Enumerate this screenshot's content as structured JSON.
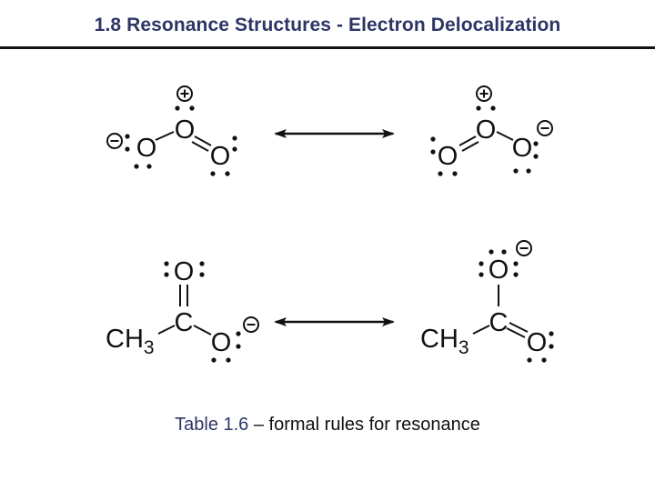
{
  "slide": {
    "title": "1.8 Resonance Structures - Electron Delocalization",
    "caption_ref": "Table 1.6",
    "caption_rest": " – formal rules for resonance"
  },
  "ozone": {
    "left": {
      "center_atom": "O",
      "single_bonded_atom": "O",
      "double_bonded_atom": "O",
      "center_charge": "+",
      "single_bonded_charge": "−"
    },
    "right": {
      "center_atom": "O",
      "single_bonded_atom": "O",
      "double_bonded_atom": "O",
      "center_charge": "+",
      "single_bonded_charge": "−"
    }
  },
  "acetate": {
    "left": {
      "methyl_main": "CH",
      "methyl_sub": "3",
      "carbon": "C",
      "top_oxygen": "O",
      "bottom_oxygen": "O",
      "charge": "−"
    },
    "right": {
      "methyl_main": "CH",
      "methyl_sub": "3",
      "carbon": "C",
      "top_oxygen": "O",
      "bottom_oxygen": "O",
      "charge": "−"
    }
  },
  "icons": {
    "arrow": "double-headed-resonance-arrow",
    "plus": "plus-charge-icon",
    "minus": "minus-charge-icon",
    "lone_pair": "lone-pair-dots"
  },
  "colors": {
    "title": "#2e3566",
    "ink": "#111111"
  }
}
